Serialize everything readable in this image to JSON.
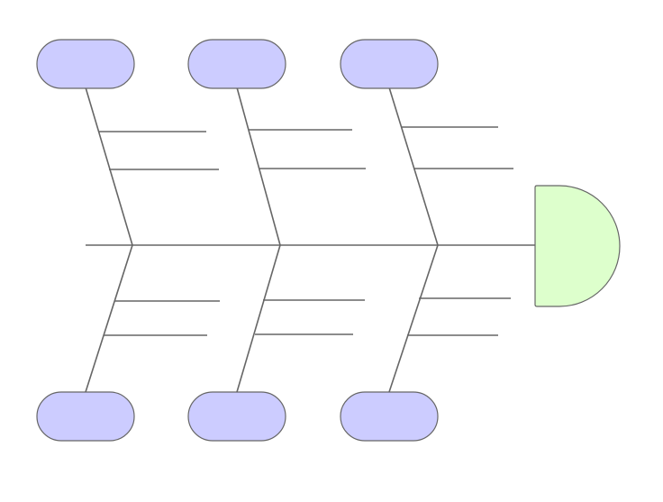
{
  "diagram": {
    "type": "fishbone",
    "colors": {
      "line": "#666666",
      "cause_fill": "#ccccff",
      "effect_fill": "#ddffcc",
      "background": "#ffffff"
    },
    "effect": {
      "label": ""
    },
    "causes_top": [
      {
        "label": "",
        "sub_causes": 2
      },
      {
        "label": "",
        "sub_causes": 2
      },
      {
        "label": "",
        "sub_causes": 2
      }
    ],
    "causes_bottom": [
      {
        "label": "",
        "sub_causes": 2
      },
      {
        "label": "",
        "sub_causes": 2
      },
      {
        "label": "",
        "sub_causes": 2
      }
    ]
  }
}
